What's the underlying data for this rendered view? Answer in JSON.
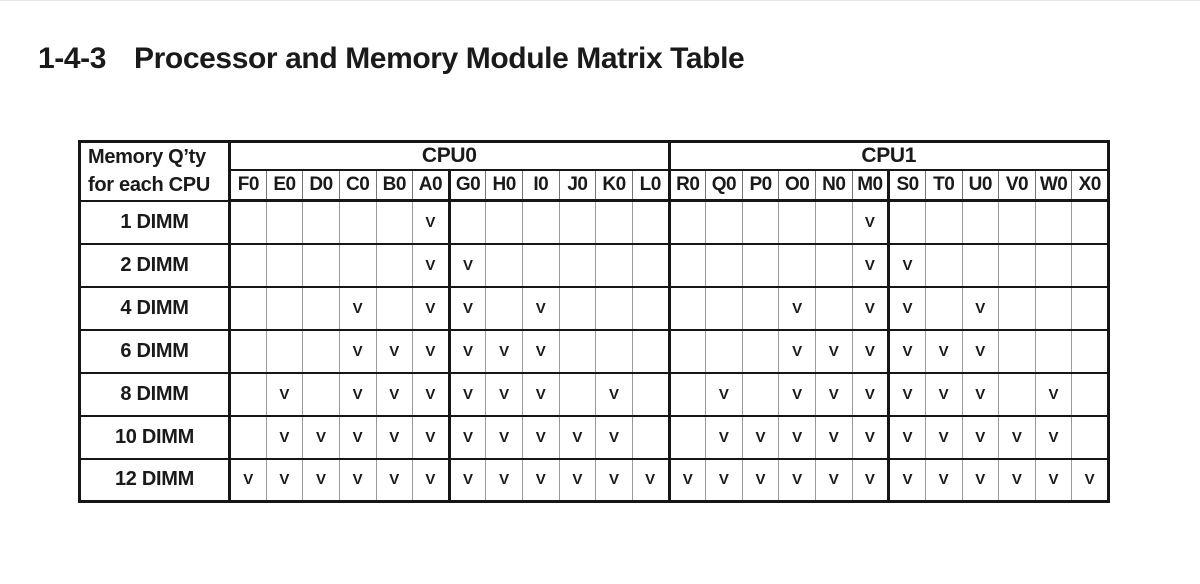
{
  "page": {
    "title_number": "1-4-3",
    "title_text": "Processor and Memory Module Matrix Table"
  },
  "chart_data": {
    "type": "table",
    "title": "Processor and Memory Module Matrix Table",
    "corner_header_line1": "Memory Q’ty",
    "corner_header_line2": "for each CPU",
    "check_mark": "V",
    "cpu_groups": [
      {
        "key": "cpu0",
        "label": "CPU0",
        "slots": [
          "F0",
          "E0",
          "D0",
          "C0",
          "B0",
          "A0",
          "G0",
          "H0",
          "I0",
          "J0",
          "K0",
          "L0"
        ]
      },
      {
        "key": "cpu1",
        "label": "CPU1",
        "slots": [
          "R0",
          "Q0",
          "P0",
          "O0",
          "N0",
          "M0",
          "S0",
          "T0",
          "U0",
          "V0",
          "W0",
          "X0"
        ]
      }
    ],
    "rows": [
      {
        "label": "1 DIMM",
        "cpu0": [
          "A0"
        ],
        "cpu1": [
          "M0"
        ]
      },
      {
        "label": "2 DIMM",
        "cpu0": [
          "A0",
          "G0"
        ],
        "cpu1": [
          "M0",
          "S0"
        ]
      },
      {
        "label": "4 DIMM",
        "cpu0": [
          "C0",
          "A0",
          "G0",
          "I0"
        ],
        "cpu1": [
          "O0",
          "M0",
          "S0",
          "U0"
        ]
      },
      {
        "label": "6 DIMM",
        "cpu0": [
          "C0",
          "B0",
          "A0",
          "G0",
          "H0",
          "I0"
        ],
        "cpu1": [
          "O0",
          "N0",
          "M0",
          "S0",
          "T0",
          "U0"
        ]
      },
      {
        "label": "8 DIMM",
        "cpu0": [
          "E0",
          "C0",
          "B0",
          "A0",
          "G0",
          "H0",
          "I0",
          "K0"
        ],
        "cpu1": [
          "Q0",
          "O0",
          "N0",
          "M0",
          "S0",
          "T0",
          "U0",
          "W0"
        ]
      },
      {
        "label": "10 DIMM",
        "cpu0": [
          "E0",
          "D0",
          "C0",
          "B0",
          "A0",
          "G0",
          "H0",
          "I0",
          "J0",
          "K0"
        ],
        "cpu1": [
          "Q0",
          "P0",
          "O0",
          "N0",
          "M0",
          "S0",
          "T0",
          "U0",
          "V0",
          "W0"
        ]
      },
      {
        "label": "12 DIMM",
        "cpu0": [
          "F0",
          "E0",
          "D0",
          "C0",
          "B0",
          "A0",
          "G0",
          "H0",
          "I0",
          "J0",
          "K0",
          "L0"
        ],
        "cpu1": [
          "R0",
          "Q0",
          "P0",
          "O0",
          "N0",
          "M0",
          "S0",
          "T0",
          "U0",
          "V0",
          "W0",
          "X0"
        ]
      }
    ]
  },
  "colors": {
    "border_strong": "#161616",
    "grid_light": "#9b9b9b",
    "grid_header": "#757575",
    "text": "#1a1a1a",
    "background": "#ffffff"
  }
}
